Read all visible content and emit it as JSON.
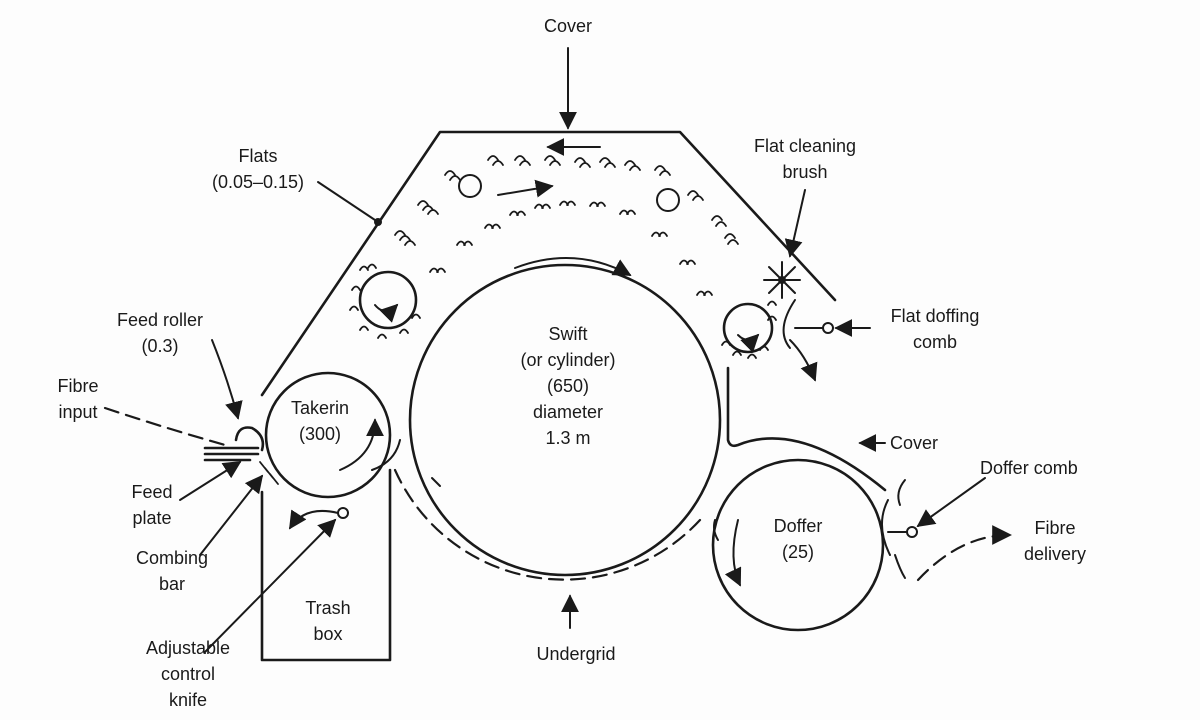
{
  "labels": {
    "cover_top": "Cover",
    "flats_line1": "Flats",
    "flats_line2": "(0.05–0.15)",
    "flat_cleaning_line1": "Flat cleaning",
    "flat_cleaning_line2": "brush",
    "flat_doffing_line1": "Flat doffing",
    "flat_doffing_line2": "comb",
    "feed_roller_line1": "Feed roller",
    "feed_roller_line2": "(0.3)",
    "fibre_input_line1": "Fibre",
    "fibre_input_line2": "input",
    "feed_plate_line1": "Feed",
    "feed_plate_line2": "plate",
    "combing_bar_line1": "Combing",
    "combing_bar_line2": "bar",
    "knife_line1": "Adjustable",
    "knife_line2": "control",
    "knife_line3": "knife",
    "takerin_line1": "Takerin",
    "takerin_line2": "(300)",
    "swift_line1": "Swift",
    "swift_line2": "(or cylinder)",
    "swift_line3": "(650)",
    "swift_line4": "diameter",
    "swift_line5": "1.3 m",
    "trash_line1": "Trash",
    "trash_line2": "box",
    "undergrid": "Undergrid",
    "cover_doffer": "Cover",
    "doffer_comb": "Doffer comb",
    "fibre_delivery_line1": "Fibre",
    "fibre_delivery_line2": "delivery",
    "doffer_line1": "Doffer",
    "doffer_line2": "(25)"
  }
}
